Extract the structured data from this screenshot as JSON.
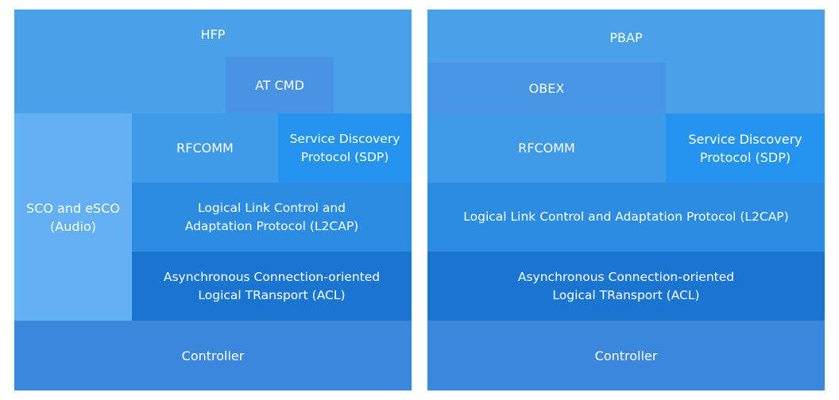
{
  "colors": {
    "top": "#4aa1e9",
    "cmd_left": "#4a93e3",
    "cmd_right": "#4895e5",
    "sco": "#63b0f2",
    "rfcomm": "#3f9ae8",
    "sdp": "#2494ee",
    "l2cap": "#2b8ce1",
    "acl": "#1a75d0",
    "controller": "#3a87db"
  },
  "left": {
    "profile": "HFP",
    "at_cmd": "AT CMD",
    "sco": "SCO and eSCO\n(Audio)",
    "rfcomm": "RFCOMM",
    "sdp": "Service Discovery\nProtocol (SDP)",
    "l2cap": "Logical Link Control and\nAdaptation Protocol (L2CAP)",
    "acl": "Asynchronous Connection-oriented\nLogical TRansport (ACL)",
    "controller": "Controller"
  },
  "right": {
    "profile": "PBAP",
    "obex": "OBEX",
    "rfcomm": "RFCOMM",
    "sdp": "Service Discovery\nProtocol (SDP)",
    "l2cap": "Logical Link Control and Adaptation Protocol (L2CAP)",
    "acl": "Asynchronous Connection-oriented\nLogical TRansport (ACL)",
    "controller": "Controller"
  }
}
